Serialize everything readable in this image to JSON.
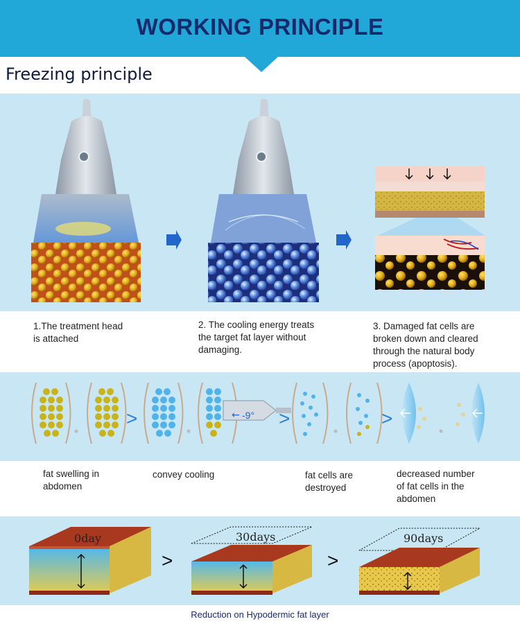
{
  "header": {
    "title": "WORKING PRINCIPLE"
  },
  "section1": {
    "title": "Freezing principle",
    "steps": [
      {
        "caption": "1.The treatment head\nis attached"
      },
      {
        "caption": "2. The cooling energy treats\nthe target fat  layer without\ndamaging."
      },
      {
        "caption": "3. Damaged fat cells are\nbroken down and cleared\nthrough the natural body\nprocess (apoptosis)."
      }
    ]
  },
  "section2": {
    "temperature": "-9°",
    "captions": [
      "fat swelling in\nabdomen",
      "convey cooling",
      "fat cells are\ndestroyed",
      "decreased number\nof fat cells in the\nabdomen"
    ]
  },
  "section3": {
    "blocks": [
      {
        "label": "0day"
      },
      {
        "label": "30days"
      },
      {
        "label": "90days"
      }
    ],
    "caption": "Reduction on Hypodermic fat layer"
  },
  "colors": {
    "header": "#22a8d8",
    "title": "#152a6b",
    "panel": "#c9e6f5",
    "fat": "#d4b816",
    "cold": "#3aa6e6",
    "skin": "#b8472a"
  }
}
